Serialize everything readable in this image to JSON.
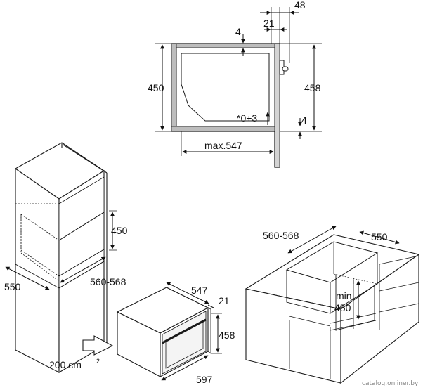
{
  "top_view": {
    "dim_48": "48",
    "dim_21": "21",
    "dim_4_top": "4",
    "dim_450": "450",
    "dim_458": "458",
    "dim_0_3": "*0+3",
    "dim_4_bottom": "4",
    "dim_max547": "max.547"
  },
  "column_unit": {
    "dim_450": "450",
    "dim_550": "550",
    "dim_560_568": "560-568"
  },
  "appliance": {
    "dim_547": "547",
    "dim_21": "21",
    "dim_458": "458",
    "dim_597": "597",
    "airflow_label": "200 cm",
    "airflow_sup": "2"
  },
  "counter_unit": {
    "dim_560_568": "560-568",
    "dim_550": "550",
    "dim_min": "min.",
    "dim_450": "450"
  },
  "watermark": "catalog.onliner.by",
  "colors": {
    "line": "#1a1a1a",
    "dimension": "#111111",
    "panel_gray": "#bdbdbd"
  }
}
